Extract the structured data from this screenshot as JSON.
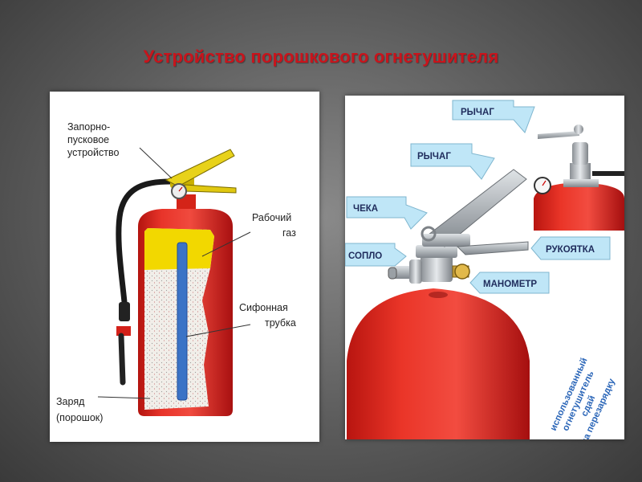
{
  "title": "Устройство порошкового огнетушителя",
  "left_panel": {
    "labels": {
      "valve_line1": "Запорно-",
      "valve_line2": "пусковое",
      "valve_line3": "устройство",
      "gas_line1": "Рабочий",
      "gas_line2": "газ",
      "siphon_line1": "Сифонная",
      "siphon_line2": "трубка",
      "charge_line1": "Заряд",
      "charge_line2": "(порошок)"
    }
  },
  "right_panel": {
    "tags": {
      "lever_top": "РЫЧАГ",
      "lever_main": "РЫЧАГ",
      "pin": "ЧЕКА",
      "nozzle": "СОПЛО",
      "handle": "РУКОЯТКА",
      "gauge": "МАНОМЕТР"
    },
    "note_lines": [
      "использованный",
      "огнетушитель",
      "сдай",
      "на перезарядку"
    ]
  },
  "colors": {
    "title": "#c8141c",
    "cylinder_red": "#e1261c",
    "tag_fill": "#bfe6f7",
    "gas_yellow": "#f2d800",
    "siphon_blue": "#3b73c6",
    "note_blue": "#2b66b8"
  }
}
